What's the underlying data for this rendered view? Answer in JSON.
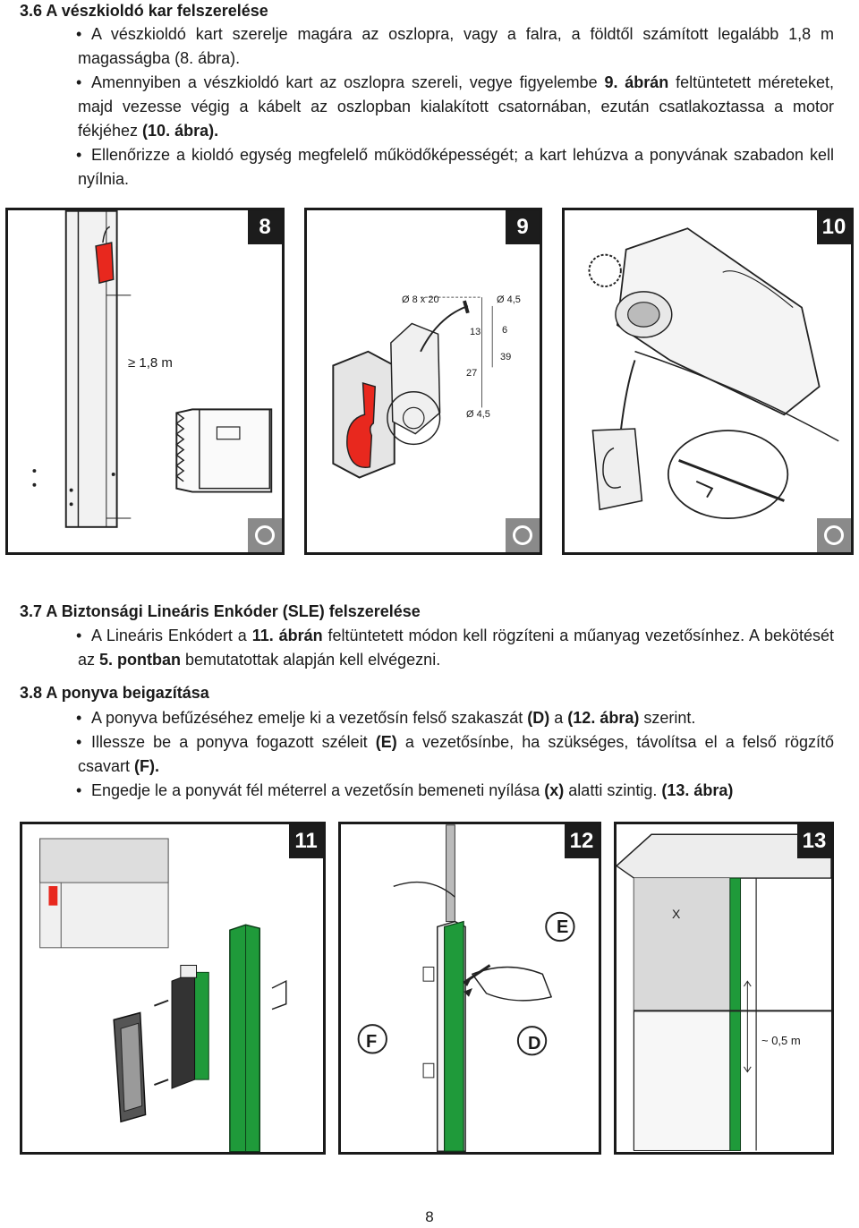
{
  "s36": {
    "heading": "3.6 A vészkioldó kar felszerelése",
    "b1": "A vészkioldó kart szerelje magára az oszlopra, vagy a falra, a földtől számított legalább 1,8 m magasságba (8. ábra).",
    "b2_a": "Amennyiben a vészkioldó kart az oszlopra szereli, vegye figyelembe ",
    "b2_bold1": "9. ábrán",
    "b2_b": " feltüntetett méreteket, majd vezesse végig a kábelt az oszlopban kialakított csatornában, ezután csatlakoztassa a motor fékjéhez ",
    "b2_bold2": "(10. ábra).",
    "b3": "Ellenőrizze a kioldó egység megfelelő működőképességét; a kart lehúzva a ponyvának szabadon kell nyílnia."
  },
  "bullet": "•",
  "figs_top": {
    "f8": {
      "num": "8",
      "dim": "≥ 1,8 m"
    },
    "f9": {
      "num": "9",
      "d1": "Ø 8 x 20",
      "d2": "Ø 4,5",
      "d3": "Ø 4,5",
      "m13": "13",
      "m6": "6",
      "m39": "39",
      "m27": "27"
    },
    "f10": {
      "num": "10"
    }
  },
  "s37": {
    "heading": "3.7 A Biztonsági Lineáris Enkóder (SLE) felszerelése",
    "b1_a": "A Lineáris Enkódert a ",
    "b1_bold1": "11. ábrán",
    "b1_b": " feltüntetett módon kell rögzíteni a műanyag vezetősínhez. A bekötését az ",
    "b1_bold2": "5. pontban",
    "b1_c": " bemutatottak alapján kell elvégezni."
  },
  "s38": {
    "heading": "3.8 A ponyva beigazítása",
    "b1_a": "A ponyva befűzéséhez emelje ki a vezetősín felső szakaszát ",
    "b1_bold1": "(D)",
    "b1_b": " a ",
    "b1_bold2": "(12. ábra)",
    "b1_c": " szerint.",
    "b2_a": "Illessze be a ponyva fogazott széleit ",
    "b2_bold1": "(E)",
    "b2_b": " a vezetősínbe, ha szükséges, távolítsa el a felső rögzítő csavart ",
    "b2_bold2": "(F).",
    "b3_a": "Engedje le a ponyvát fél méterrel a vezetősín bemeneti nyílása ",
    "b3_bold1": "(x)",
    "b3_b": " alatti szintig. ",
    "b3_bold2": "(13. ábra)"
  },
  "figs_bottom": {
    "f11": {
      "num": "11"
    },
    "f12": {
      "num": "12",
      "e": "E",
      "f": "F",
      "d": "D"
    },
    "f13": {
      "num": "13",
      "x": "X",
      "dim": "~ 0,5 m"
    }
  },
  "page_number": "8",
  "colors": {
    "red": "#e8281e",
    "green": "#1f9a3a",
    "dark": "#1c1c1c",
    "gray": "#8a8a8a"
  }
}
